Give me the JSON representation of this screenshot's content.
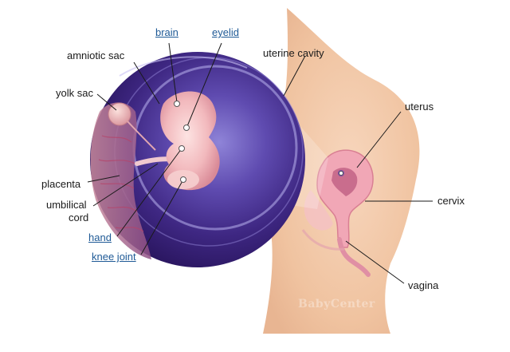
{
  "diagram": {
    "labels": {
      "brain": "brain",
      "eyelid": "eyelid",
      "amniotic_sac": "amniotic sac",
      "uterine_cavity": "uterine cavity",
      "yolk_sac": "yolk sac",
      "uterus": "uterus",
      "placenta": "placenta",
      "umbilical_cord_line1": "umbilical",
      "umbilical_cord_line2": "cord",
      "cervix": "cervix",
      "hand": "hand",
      "knee_joint": "knee joint",
      "vagina": "vagina"
    },
    "watermark": "BabyCenter",
    "colors": {
      "link": "#1f5a96",
      "text": "#1a1a1a",
      "sac_purple": "#4a2a86",
      "skin": "#f3c9a8",
      "embryo": "#f4c6c8"
    }
  }
}
